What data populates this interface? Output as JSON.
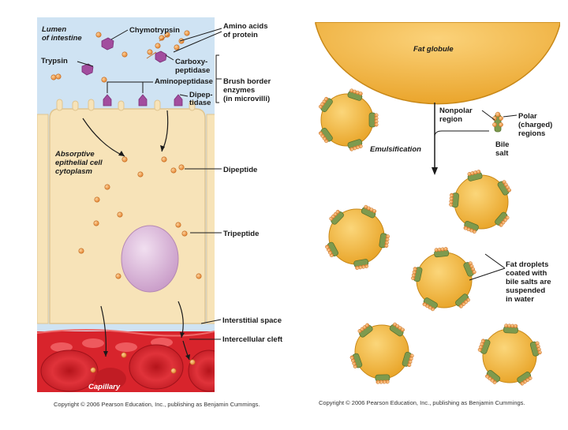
{
  "left_panel": {
    "labels": {
      "lumen": [
        "Lumen",
        "of intestine"
      ],
      "chymotrypsin": "Chymotrypsin",
      "amino_acids": [
        "Amino acids",
        "of protein"
      ],
      "trypsin": "Trypsin",
      "carboxypeptidase": [
        "Carboxy-",
        "peptidase"
      ],
      "aminopeptidase": "Aminopeptidase",
      "brush_border": [
        "Brush border",
        "enzymes",
        "(in microvilli)"
      ],
      "dipeptidase": [
        "Dipep-",
        "tidase"
      ],
      "cytoplasm": [
        "Absorptive",
        "epithelial cell",
        "cytoplasm"
      ],
      "dipeptide": "Dipeptide",
      "tripeptide": "Tripeptide",
      "interstitial": "Interstitial space",
      "intercellular": "Intercellular cleft",
      "capillary": "Capillary"
    },
    "copyright": "Copyright © 2006 Pearson Education, Inc., publishing as Benjamin Cummings."
  },
  "right_panel": {
    "labels": {
      "fat_globule": "Fat globule",
      "nonpolar": [
        "Nonpolar",
        "region"
      ],
      "polar": [
        "Polar",
        "(charged)",
        "regions"
      ],
      "bile_salt": [
        "Bile",
        "salt"
      ],
      "emulsification": "Emulsification",
      "droplets": [
        "Fat droplets",
        "coated with",
        "bile salts are",
        "suspended",
        "in water"
      ]
    },
    "copyright": "Copyright © 2006 Pearson Education, Inc., publishing as Benjamin Cummings."
  },
  "colors": {
    "lumen_bg": "#cfe3f3",
    "cell": "#f7e3b8",
    "nucleus": "#d9b8d8",
    "capillary": "#d8242c",
    "fat": "#f2b43a",
    "bile": "#7e9a4e",
    "molecule": "#f19a4a",
    "enzyme": "#a24d9e"
  }
}
